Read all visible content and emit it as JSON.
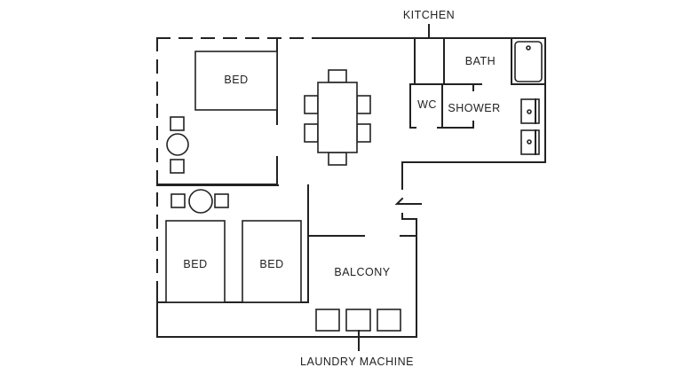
{
  "plan": {
    "labels": {
      "kitchen": "KITCHEN",
      "bath": "BATH",
      "wc": "WC",
      "shower": "SHOWER",
      "bed_top": "BED",
      "bed_left": "BED",
      "bed_right": "BED",
      "balcony": "BALCONY",
      "laundry": "LAUNDRY MACHINE"
    },
    "line_color": "#222222"
  }
}
